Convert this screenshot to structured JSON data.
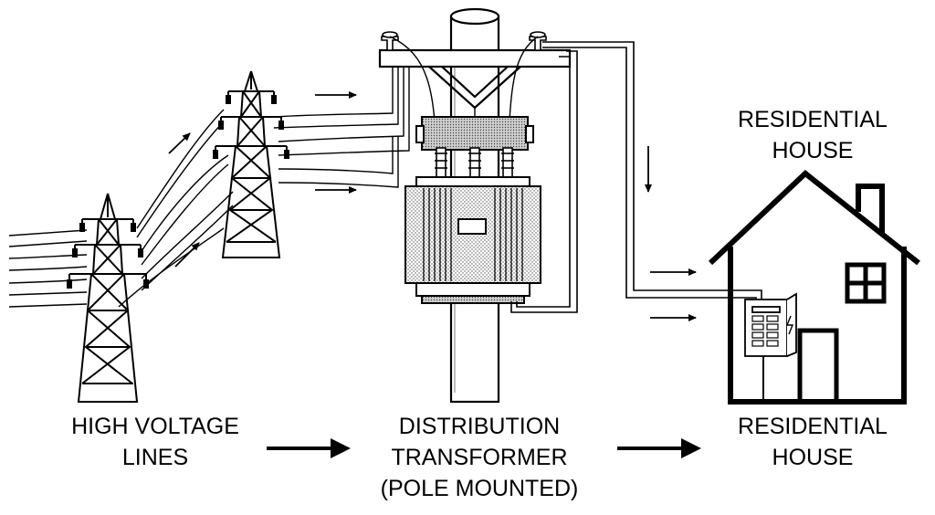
{
  "labels": {
    "high_voltage": {
      "line1": "HIGH VOLTAGE",
      "line2": "LINES"
    },
    "transformer": {
      "line1": "DISTRIBUTION",
      "line2": "TRANSFORMER",
      "line3": "(POLE MOUNTED)"
    },
    "house_bottom": {
      "line1": "RESIDENTIAL",
      "line2": "HOUSE"
    },
    "house_top": {
      "line1": "RESIDENTIAL",
      "line2": "HOUSE"
    }
  },
  "icons": [
    "transmission-tower-icon",
    "utility-pole-icon",
    "transformer-icon",
    "house-icon",
    "electric-meter-icon",
    "arrow-icon"
  ],
  "colors": {
    "line": "#000000",
    "background": "#ffffff",
    "stipple": "#bdbdbd"
  }
}
